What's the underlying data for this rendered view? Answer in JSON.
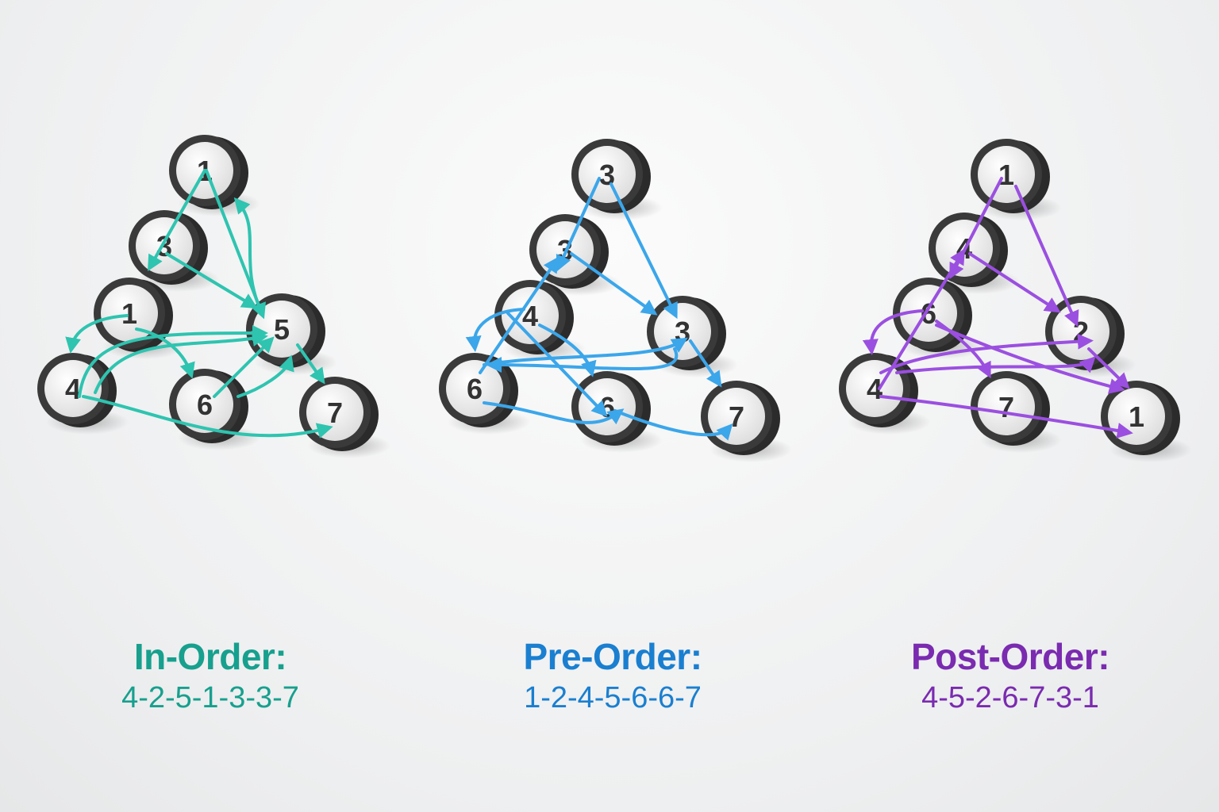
{
  "panels": [
    {
      "title": "In-Order:",
      "sequence": "4-2-5-1-3-3-7",
      "color": "#2ec4b0",
      "text_color": "#17a08e",
      "node_labels": [
        "1",
        "3",
        "1",
        "5",
        "4",
        "6",
        "7"
      ]
    },
    {
      "title": "Pre-Order:",
      "sequence": "1-2-4-5-6-6-7",
      "color": "#3ba6ea",
      "text_color": "#1a7fd0",
      "node_labels": [
        "3",
        "3",
        "4",
        "3",
        "6",
        "6",
        "7"
      ]
    },
    {
      "title": "Post-Order:",
      "sequence": "4-5-2-6-7-3-1",
      "color": "#9b4fe0",
      "text_color": "#7a2bb0",
      "node_labels": [
        "1",
        "4",
        "6",
        "2",
        "4",
        "7",
        "1"
      ]
    }
  ]
}
